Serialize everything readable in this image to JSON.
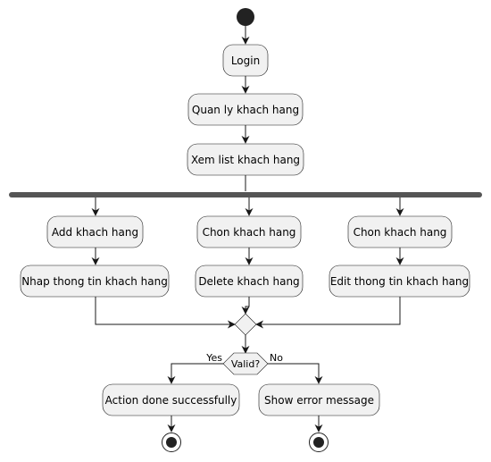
{
  "diagram": {
    "type": "activity",
    "nodes": {
      "login": "Login",
      "quan_ly": "Quan ly khach hang",
      "xem_list": "Xem list khach hang",
      "add": "Add khach hang",
      "chon1": "Chon khach hang",
      "chon2": "Chon khach hang",
      "nhap": "Nhap thong tin khach hang",
      "delete": "Delete khach hang",
      "edit": "Edit thong tin khach hang",
      "valid": "Valid?",
      "done": "Action done successfully",
      "error": "Show error message"
    },
    "branches": {
      "yes": "Yes",
      "no": "No"
    },
    "colors": {
      "node_fill": "#f1f1f1",
      "stroke": "#181818",
      "bar": "#555555"
    }
  }
}
